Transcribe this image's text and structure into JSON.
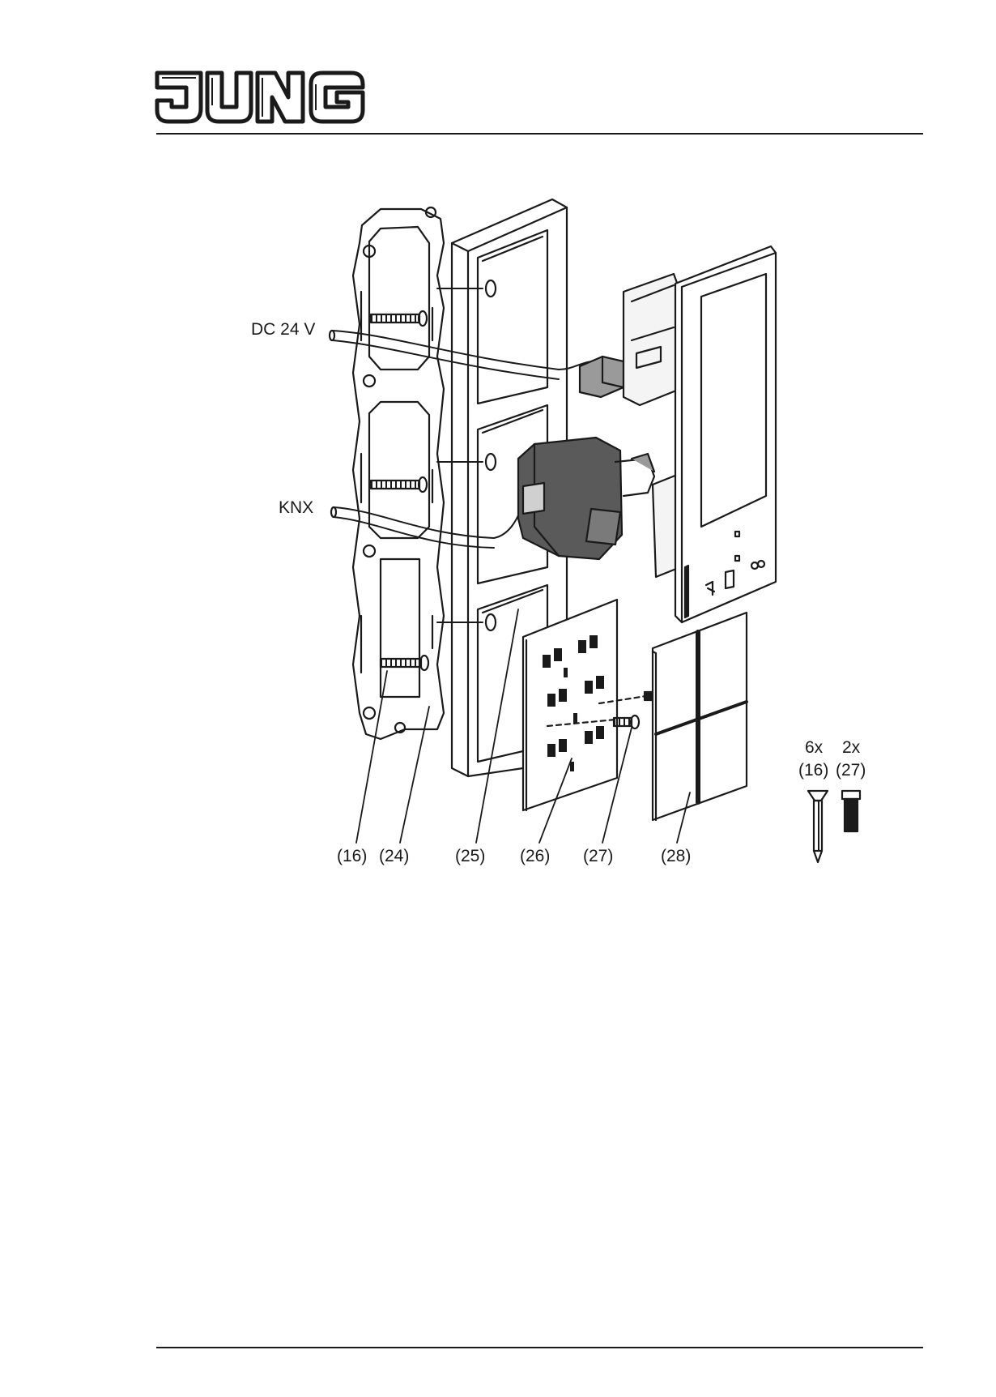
{
  "header": {
    "brand": "JUNG"
  },
  "figure": {
    "wire_labels": {
      "power": "DC 24 V",
      "bus": "KNX"
    },
    "callouts": [
      "(16)",
      "(24)",
      "(25)",
      "(26)",
      "(27)",
      "(28)"
    ],
    "parts_kit": [
      {
        "qty": "6x",
        "ref": "(16)"
      },
      {
        "qty": "2x",
        "ref": "(27)"
      }
    ]
  }
}
